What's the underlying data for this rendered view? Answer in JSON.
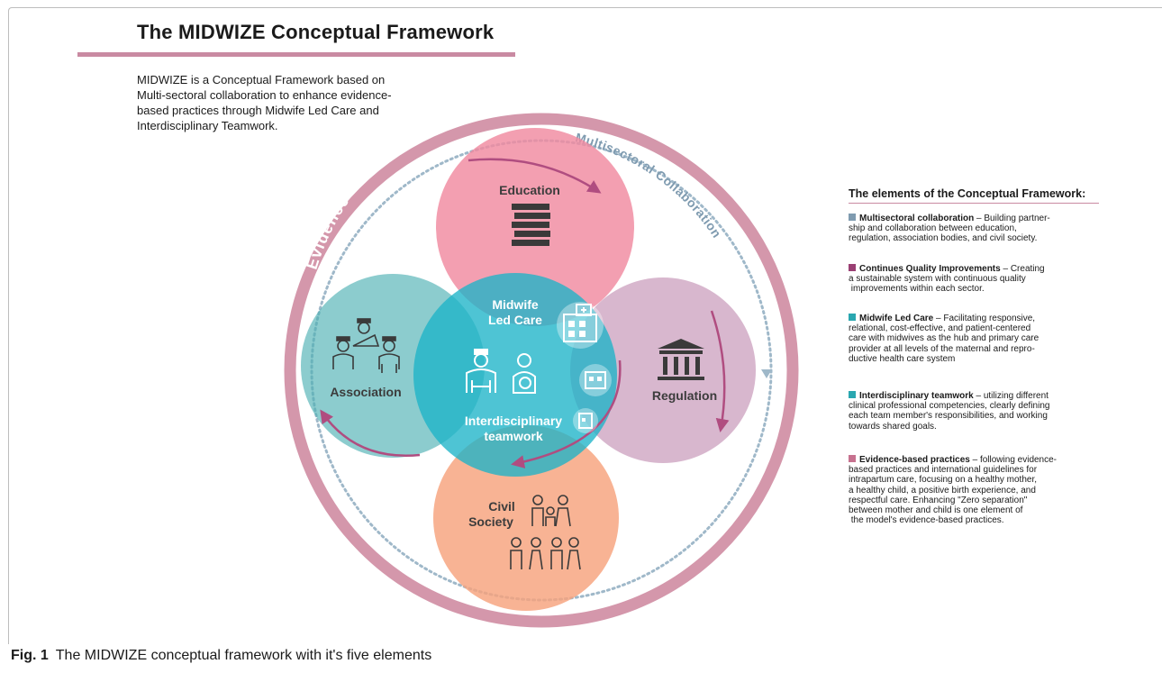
{
  "title": "The MIDWIZE Conceptual Framework",
  "intro": "MIDWIZE is a Conceptual Framework based on Multi-sectoral collaboration to enhance evidence-based practices through Midwife Led Care and Interdisciplinary Teamwork.",
  "ring_labels": {
    "outer": "Evidence-Based Practises & Guidelines",
    "inner": "Multisectoral Collaboration"
  },
  "circles": {
    "education": "Education",
    "association": "Association",
    "regulation": "Regulation",
    "civil_society_line1": "Civil",
    "civil_society_line2": "Society",
    "center_top_line1": "Midwife",
    "center_top_line2": "Led Care",
    "center_bottom_line1": "Interdisciplinary",
    "center_bottom_line2": "teamwork"
  },
  "colors": {
    "ring": "#d497ab",
    "dotted_ring": "#9fb8c9",
    "education": "#f08aa0",
    "association": "#4fb0b4",
    "regulation": "#c390b3",
    "civil_society": "#f7a27c",
    "center": "#1cb3c8",
    "arrow": "#b04d80"
  },
  "elements_title": "The elements of the Conceptual Framework:",
  "elements": [
    {
      "name": "Multisectoral collaboration",
      "color": "#7f9bb0",
      "lines": [
        "– Building partner-",
        "ship and collaboration between education,",
        "regulation, association bodies, and civil society."
      ]
    },
    {
      "name": "Continues Quality Improvements",
      "color": "#9a3f73",
      "lines": [
        "– Creating",
        "a sustainable system with continuous quality",
        "improvements within each sector."
      ]
    },
    {
      "name": "Midwife Led Care",
      "color": "#2aa7b0",
      "lines": [
        "– Facilitating responsive,",
        "relational, cost-effective, and patient-centered",
        "care with midwives as the hub and primary care",
        "provider at all levels of the maternal and repro-",
        "ductive health care system"
      ]
    },
    {
      "name": "Interdisciplinary teamwork",
      "color": "#2aa7b0",
      "lines": [
        "– utilizing different",
        "clinical professional competencies, clearly defining",
        "each team member's responsibilities, and working",
        "towards shared goals."
      ]
    },
    {
      "name": "Evidence-based practices",
      "color": "#c7718f",
      "lines": [
        "– following evidence-",
        "based practices and international guidelines for",
        "intrapartum care, focusing on a healthy mother,",
        "a healthy child, a positive birth experience, and",
        "respectful care. Enhancing \"Zero separation\"",
        "between mother and child is one element of",
        "the model's evidence-based practices."
      ]
    }
  ],
  "caption": {
    "label": "Fig. 1",
    "text": "The MIDWIZE conceptual framework with it's five elements"
  },
  "icons": [
    "books-icon",
    "team-meeting-icon",
    "courthouse-icon",
    "midwife-icon",
    "pregnant-woman-icon",
    "hospital-icon",
    "clinic-icon",
    "small-clinic-icon",
    "family-icon",
    "people-icon"
  ]
}
